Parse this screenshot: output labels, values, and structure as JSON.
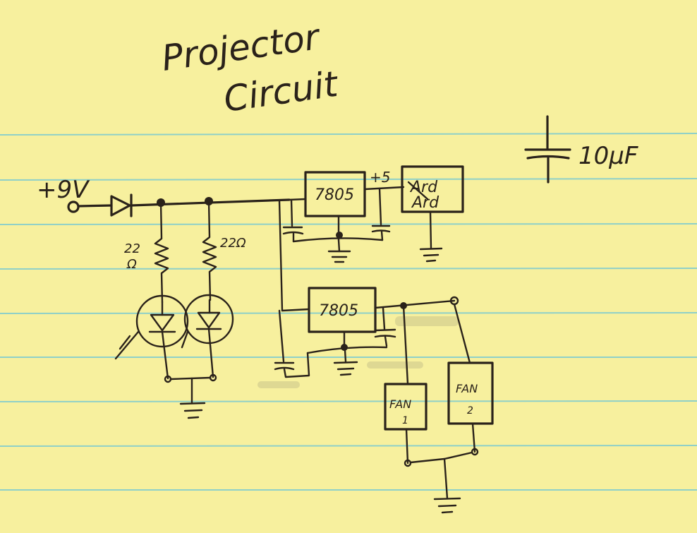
{
  "title": {
    "line1": "Projector",
    "line2": "Circuit"
  },
  "legend": {
    "capacitor_value": "10µF"
  },
  "labels": {
    "supply": "+9V",
    "resistor_1": "22",
    "resistor_1_unit": "Ω",
    "resistor_2": "22Ω",
    "regulator_1": "7805",
    "regulator_2": "7805",
    "regulator_1_output": "+5",
    "load_1_a": "Ard",
    "load_1_b": "Ard",
    "fan_1_name": "FAN",
    "fan_1_num": "1",
    "fan_2_name": "FAN",
    "fan_2_num": "2"
  },
  "colors": {
    "paper": "#f7f09e",
    "rule": "#8fd0c8",
    "ink": "#2a221a"
  }
}
